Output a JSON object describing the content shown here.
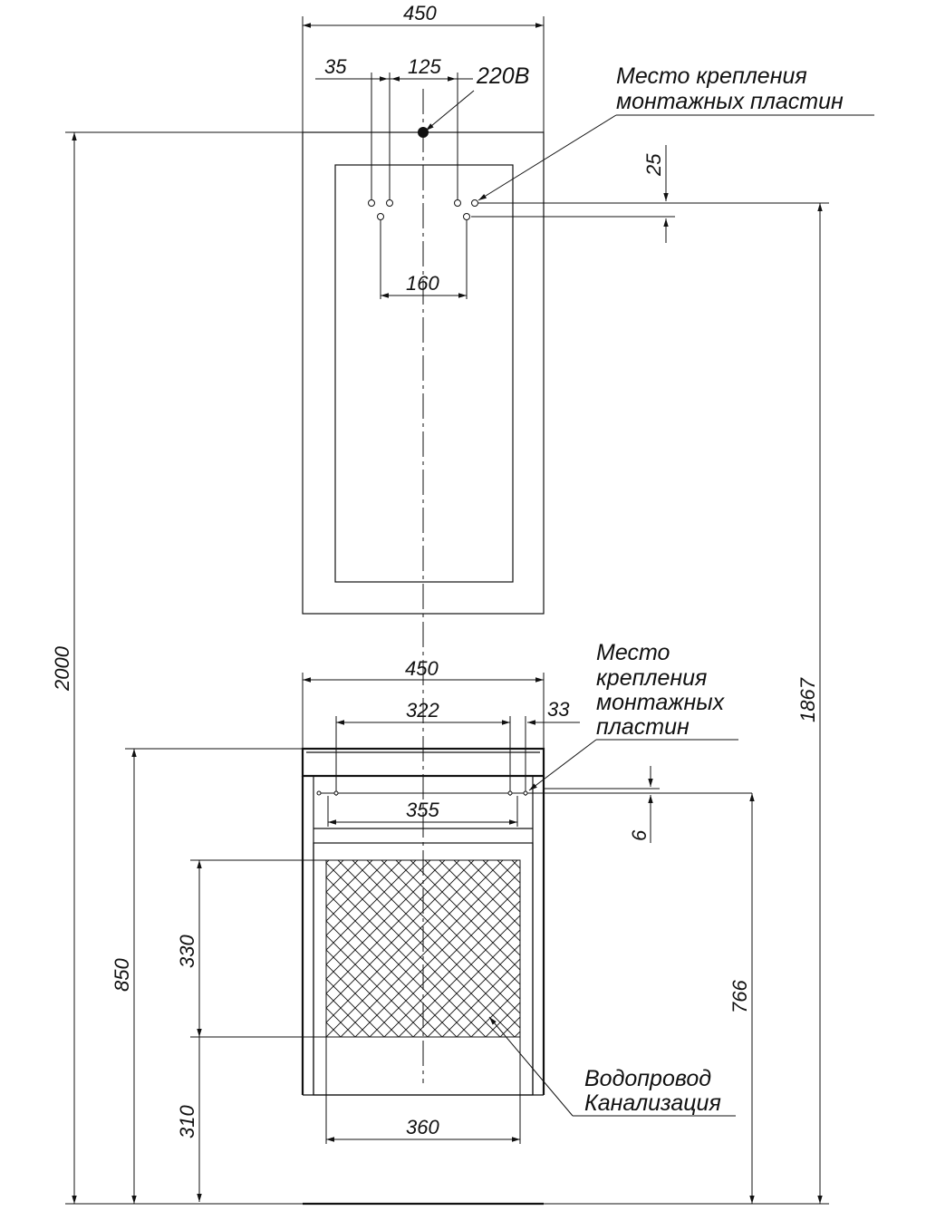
{
  "colors": {
    "line": "#111111",
    "background": "#ffffff"
  },
  "mirror": {
    "width": "450",
    "hole_offset": "35",
    "hole_spacing": "125",
    "power_label": "220В",
    "mount_label_line1": "Место крепления",
    "mount_label_line2": "монтажных пластин",
    "mount_vertical": "25",
    "bottom_holes": "160"
  },
  "cabinet": {
    "width": "450",
    "inner": "322",
    "side": "33",
    "mount_label_lines": [
      "Место",
      "крепления",
      "монтажных",
      "пластин"
    ],
    "rail": "355",
    "rail_vertical": "6",
    "zone_width": "360",
    "zone_height": "330",
    "zone_bottom": "310",
    "plumbing_line1": "Водопровод",
    "plumbing_line2": "Канализация"
  },
  "overall": {
    "total_height": "2000",
    "mount_height": "1867",
    "cabinet_height": "850",
    "rail_height": "766"
  }
}
